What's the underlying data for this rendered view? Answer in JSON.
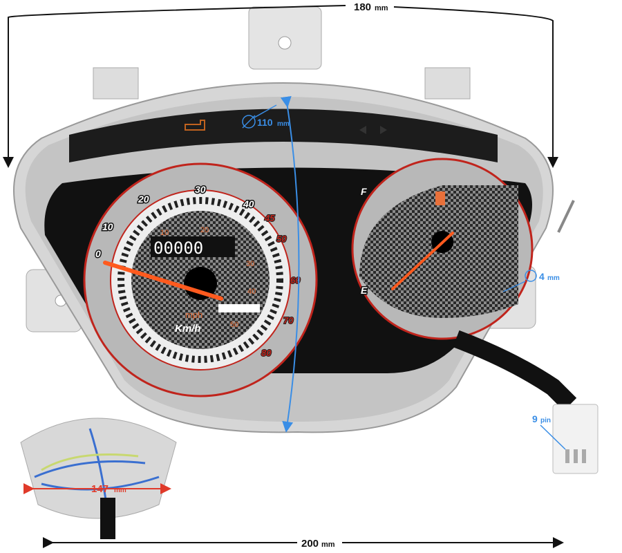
{
  "dimensions": {
    "width_top": {
      "value": "180",
      "unit": "mm"
    },
    "width_bottom": {
      "value": "200",
      "unit": "mm"
    },
    "height": {
      "value": "110",
      "unit": "mm"
    },
    "mount_hole": {
      "value": "4",
      "unit": "mm"
    },
    "connector": {
      "value": "9",
      "unit": "pin"
    },
    "rear_mount_spacing": {
      "value": "147",
      "unit": "mm"
    }
  },
  "speedometer": {
    "outer_scale": [
      "0",
      "10",
      "20",
      "30",
      "40",
      "45",
      "50",
      "60",
      "70",
      "80"
    ],
    "inner_scale": [
      "10",
      "20",
      "30",
      "40",
      "50"
    ],
    "odometer": "00000",
    "unit_mph": "mph",
    "unit_kmh": "Km/h"
  },
  "fuel_gauge": {
    "full": "F",
    "empty": "E"
  },
  "colors": {
    "dimension_blue": "#3a8ee6",
    "needle": "#ff5a1e",
    "red_accent": "#c0241c"
  }
}
